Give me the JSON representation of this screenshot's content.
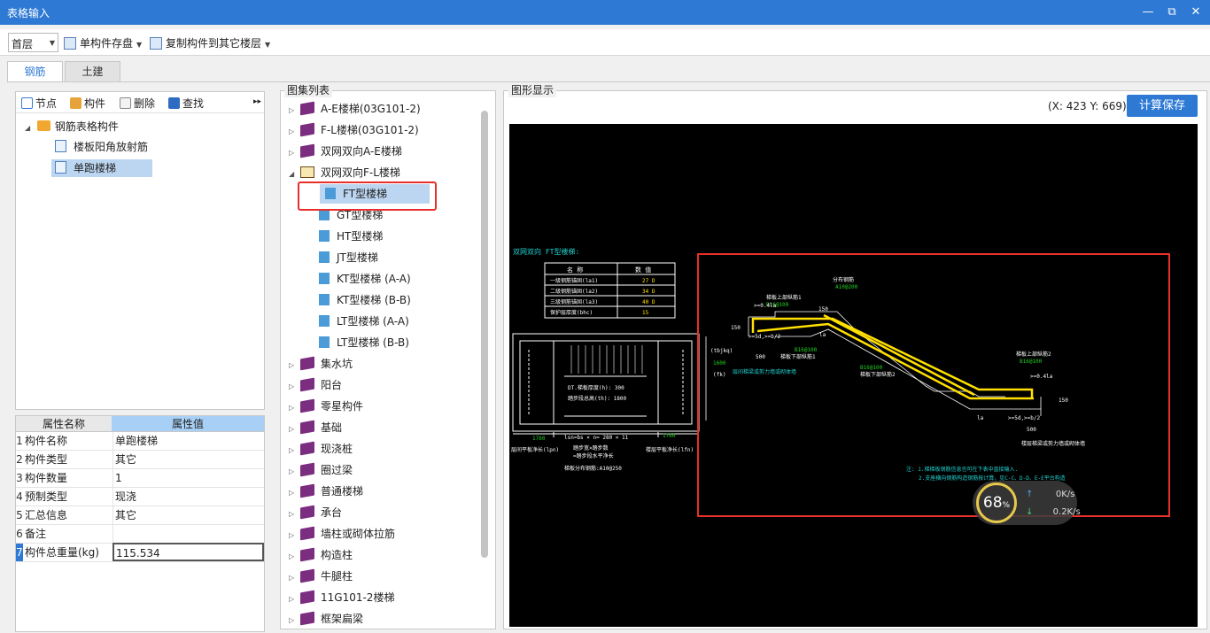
{
  "window": {
    "title": "表格输入",
    "minimize": "—",
    "restore": "⧉",
    "close": "✕"
  },
  "toolbar": {
    "floor_value": "首层",
    "save_single_label": "单构件存盘",
    "copy_to_floor_label": "复制构件到其它楼层"
  },
  "tabs": [
    {
      "label": "钢筋"
    },
    {
      "label": "土建"
    }
  ],
  "component_tree": {
    "actions": {
      "node": "节点",
      "component": "构件",
      "delete": "删除",
      "find": "查找"
    },
    "root": "钢筋表格构件",
    "children": [
      "楼板阳角放射筋",
      "单跑楼梯"
    ],
    "selected": "单跑楼梯"
  },
  "properties": {
    "header_name": "属性名称",
    "header_value": "属性值",
    "rows": [
      {
        "idx": "1",
        "name": "构件名称",
        "value": "单跑楼梯"
      },
      {
        "idx": "2",
        "name": "构件类型",
        "value": "其它"
      },
      {
        "idx": "3",
        "name": "构件数量",
        "value": "1"
      },
      {
        "idx": "4",
        "name": "预制类型",
        "value": "现浇"
      },
      {
        "idx": "5",
        "name": "汇总信息",
        "value": "其它"
      },
      {
        "idx": "6",
        "name": "备注",
        "value": ""
      },
      {
        "idx": "7",
        "name": "构件总重量(kg)",
        "value": "115.534"
      }
    ]
  },
  "atlas": {
    "label": "图集列表",
    "items": [
      "A-E楼梯(03G101-2)",
      "F-L楼梯(03G101-2)",
      "双网双向A-E楼梯",
      "双网双向F-L楼梯",
      "FT型楼梯",
      "GT型楼梯",
      "HT型楼梯",
      "JT型楼梯",
      "KT型楼梯 (A-A)",
      "KT型楼梯 (B-B)",
      "LT型楼梯 (A-A)",
      "LT型楼梯 (B-B)",
      "集水坑",
      "阳台",
      "零星构件",
      "基础",
      "现浇桩",
      "圈过梁",
      "普通楼梯",
      "承台",
      "墙柱或砌体拉筋",
      "构造柱",
      "牛腿柱",
      "11G101-2楼梯",
      "框架扁梁"
    ],
    "selected": "FT型楼梯"
  },
  "graphics": {
    "label": "图形显示",
    "coords": "(X: 423 Y: 669)",
    "calc_save_label": "计算保存",
    "drawing": {
      "title": "双网双向 FT型楼梯:",
      "table_head": [
        "名 称",
        "数 值"
      ],
      "table_rows": [
        [
          "一级钢筋锚固(la1)",
          "27 D"
        ],
        [
          "二级钢筋锚固(la2)",
          "34 D"
        ],
        [
          "三级钢筋锚固(la3)",
          "40 D"
        ],
        [
          "保护层厚度(bhc)",
          "15"
        ]
      ],
      "plan_text_1": "DT.梯板厚度(h): 300",
      "plan_text_2": "踏步段总高(th): 1800",
      "dim_1": "1760",
      "dim_2": "lsn=bs × n= 280 × 11",
      "dim_3": "1760",
      "label_lpn": "层间平板净长(lpn)",
      "label_step": "踏步宽×踏步数",
      "label_step2": "=踏步段水平净长",
      "label_lfn": "楼层平板净长(lfn)",
      "label_dist": "梯板分布钢筋:A10@250",
      "label_tbjkq": "(tbjkq)",
      "label_1600": "1600",
      "label_fk": "(fk)",
      "label_fenbu": "分布钢筋",
      "label_a10": "A10@200",
      "label_top1": "梯板上部纵筋1",
      "label_b16_1": "B16@100",
      "label_b16_2": "B16@100",
      "label_bot1": "梯板下部纵筋1",
      "label_b16_3": "B16@100",
      "label_bot2": "梯板下部纵筋2",
      "label_top2": "梯板上部纵筋2",
      "label_b16_4": "B16@100",
      "label_support1": "层间梯梁或剪力墙或砌体墙",
      "label_support2": "楼层梯梁或剪力墙或砌体墙",
      "label_150a": "150",
      "label_150b": "150",
      "label_150c": "150",
      "label_500a": "500",
      "label_500b": "500",
      "label_la1": ">=0.4la",
      "label_la2": ">=0.4la",
      "label_b2a": ">=5d,>=b/2",
      "label_b2b": ">=5d,>=b/2",
      "label_la3": "la",
      "label_la4": "la",
      "note_1": "注: 1.梯梯板钢筋信息也可在下表中直接输入.",
      "note_2": "2.支座横向钢筋构造钢筋按计算，见C-C、D-D、E-E平台构造"
    }
  },
  "speed_widget": {
    "percent": "68",
    "unit": "%",
    "up": "0K/s",
    "down": "0.2K/s"
  }
}
